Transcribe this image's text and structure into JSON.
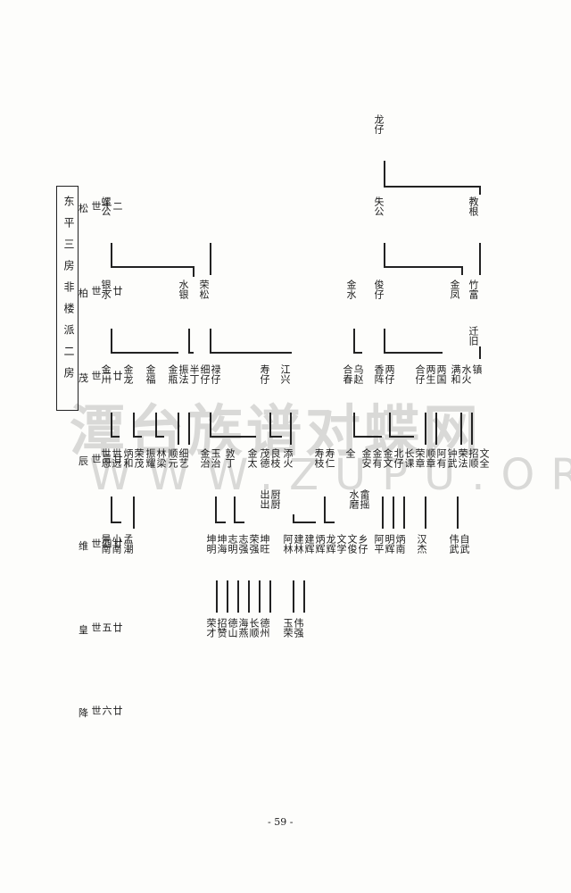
{
  "box_title": "东平三房非楼派二房",
  "generations": [
    {
      "gen": "松",
      "label": "二十世"
    },
    {
      "gen": "柏",
      "label": "廿一世"
    },
    {
      "gen": "茂",
      "label": "廿二世"
    },
    {
      "gen": "辰",
      "label": "廿三世"
    },
    {
      "gen": "维",
      "label": "廿四世"
    },
    {
      "gen": "皇",
      "label": "廿五世"
    },
    {
      "gen": "降",
      "label": "廿六世"
    }
  ],
  "names": {
    "longzai": "龙仔",
    "luogong": "螺公",
    "shigong": "失公",
    "jiaogen": "教根",
    "yinshui": "银水",
    "shuiyin": "水银",
    "rongsong": "荣松",
    "jinshui": "金水",
    "junzai": "俊仔",
    "jinfeng": "金凤",
    "zhufu": "竹富",
    "qianjiu": "迁旧",
    "g22": [
      "金川",
      "金龙",
      "金福",
      "金瓶",
      "振法",
      "半丁",
      "细仔",
      "禄仔",
      "寿仔",
      "江兴",
      "合春",
      "乌赵",
      "香阵",
      "两仔",
      "合仔",
      "两生",
      "两国",
      "满和",
      "水火",
      "镇"
    ],
    "g23": [
      "世恩",
      "世远",
      "炳和",
      "荣茂",
      "振耀",
      "林梁",
      "顺元",
      "细艺",
      "金治",
      "玉治",
      "敦丁",
      "金太",
      "茂德",
      "良枝",
      "添火",
      "寿枝",
      "寿仁",
      "全",
      "金安",
      "金有",
      "金文",
      "北仔",
      "长课",
      "荣章",
      "顺章",
      "阿有",
      "钟武",
      "荣法",
      "招顺",
      "文全"
    ],
    "g23b": [
      "出出",
      "厨厨",
      "水磨",
      "畲摇"
    ],
    "g24": [
      "景南",
      "小南",
      "孟潮",
      "坤明",
      "坤海",
      "志明",
      "志强",
      "荣强",
      "坤旺",
      "阿林",
      "建林",
      "建辉",
      "炳辉",
      "龙辉",
      "文学",
      "文俊",
      "乡仔",
      "阿平",
      "明辉",
      "炳南",
      "汉杰",
      "伟武",
      "自武"
    ],
    "g25": [
      "荣才",
      "招赞",
      "德山",
      "海燕",
      "长顺",
      "德州",
      "玉荣",
      "伟强"
    ]
  },
  "watermark": "潭台族谱对蝶网",
  "watermark_url": "WWW.ZUPU.ORG",
  "page_number": "- 59 -"
}
